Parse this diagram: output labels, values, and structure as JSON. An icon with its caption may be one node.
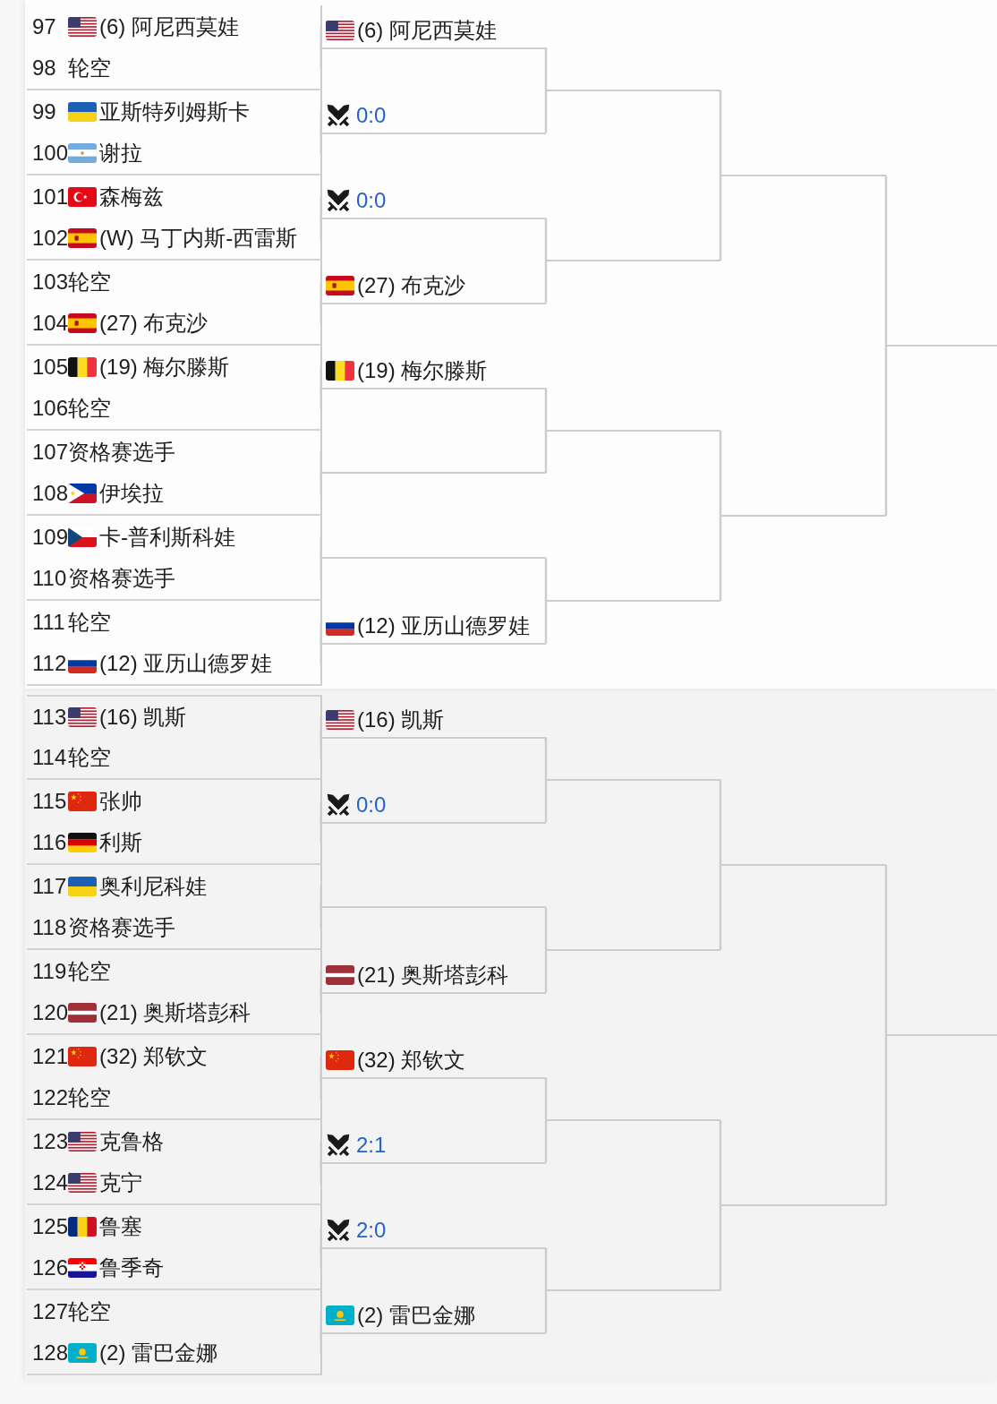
{
  "diagram": {
    "nodes": [
      {
        "text": [
          "97",
          "(6) 阿尼西莫娃"
        ]
      },
      {
        "text": [
          "98",
          "轮空"
        ]
      },
      {
        "text": [
          "99",
          "亚斯特列姆斯卡"
        ]
      },
      {
        "text": [
          "100",
          "谢拉"
        ]
      },
      {
        "text": [
          "101",
          "森梅兹"
        ]
      },
      {
        "text": [
          "102",
          "(W) 马丁内斯-西雷斯"
        ]
      },
      {
        "text": [
          "103",
          "轮空"
        ]
      },
      {
        "text": [
          "104",
          "(27) 布克沙"
        ]
      },
      {
        "text": [
          "105",
          "(19) 梅尔滕斯"
        ]
      },
      {
        "text": [
          "106",
          "轮空"
        ]
      },
      {
        "text": [
          "107",
          "资格赛选手"
        ]
      },
      {
        "text": [
          "108",
          "伊埃拉"
        ]
      },
      {
        "text": [
          "109",
          "卡-普利斯科娃"
        ]
      },
      {
        "text": [
          "110",
          "资格赛选手"
        ]
      },
      {
        "text": [
          "111",
          "轮空"
        ]
      },
      {
        "text": [
          "112",
          "(12) 亚历山德罗娃"
        ]
      },
      {
        "text": [
          "113",
          "(16) 凯斯"
        ]
      },
      {
        "text": [
          "114",
          "轮空"
        ]
      },
      {
        "text": [
          "115",
          "张帅"
        ]
      },
      {
        "text": [
          "116",
          "利斯"
        ]
      },
      {
        "text": [
          "117",
          "奥利尼科娃"
        ]
      },
      {
        "text": [
          "118",
          "资格赛选手"
        ]
      },
      {
        "text": [
          "119",
          "轮空"
        ]
      },
      {
        "text": [
          "120",
          "(21) 奥斯塔彭科"
        ]
      },
      {
        "text": [
          "121",
          "(32) 郑钦文"
        ]
      },
      {
        "text": [
          "122",
          "轮空"
        ]
      },
      {
        "text": [
          "123",
          "克鲁格"
        ]
      },
      {
        "text": [
          "124",
          "克宁"
        ]
      },
      {
        "text": [
          "125",
          "鲁塞"
        ]
      },
      {
        "text": [
          "126",
          "鲁季奇"
        ]
      },
      {
        "text": [
          "127",
          "轮空"
        ]
      },
      {
        "text": [
          "128",
          "(2) 雷巴金娜"
        ]
      },
      {
        "text": [
          "(6) 阿尼西莫娃"
        ]
      },
      {
        "text": [
          "0:0"
        ]
      },
      {
        "text": [
          "0:0"
        ]
      },
      {
        "text": [
          "(27) 布克沙"
        ]
      },
      {
        "text": [
          "(19) 梅尔滕斯"
        ]
      },
      {
        "text": [],
        "shape": "line"
      },
      {
        "text": [],
        "shape": "line"
      },
      {
        "text": [
          "(12) 亚历山德罗娃"
        ]
      },
      {
        "text": [
          "(16) 凯斯"
        ]
      },
      {
        "text": [
          "0:0"
        ]
      },
      {
        "text": [],
        "shape": "line"
      },
      {
        "text": [
          "(21) 奥斯塔彭科"
        ]
      },
      {
        "text": [
          "(32) 郑钦文"
        ]
      },
      {
        "text": [
          "2:1"
        ]
      },
      {
        "text": [
          "2:0"
        ]
      },
      {
        "text": [
          "(2) 雷巴金娜"
        ]
      },
      {
        "text": [],
        "shape": "line"
      },
      {
        "text": [],
        "shape": "line"
      },
      {
        "text": [],
        "shape": "line"
      },
      {
        "text": [],
        "shape": "line"
      },
      {
        "text": [],
        "shape": "line"
      },
      {
        "text": [],
        "shape": "line"
      },
      {
        "text": [],
        "shape": "line"
      },
      {
        "text": [],
        "shape": "line"
      },
      {
        "text": [],
        "shape": "line"
      },
      {
        "text": [],
        "shape": "line"
      },
      {
        "text": [],
        "shape": "line"
      },
      {
        "text": [],
        "shape": "line"
      },
      {
        "text": [],
        "shape": "line"
      },
      {
        "text": [],
        "shape": "line"
      }
    ],
    "edges": [
      {
        "from": 0,
        "to": 32,
        "arrow": "none"
      },
      {
        "from": 1,
        "to": 32,
        "arrow": "none"
      },
      {
        "from": 2,
        "to": 33,
        "arrow": "none"
      },
      {
        "from": 3,
        "to": 33,
        "arrow": "none"
      },
      {
        "from": 4,
        "to": 34,
        "arrow": "none"
      },
      {
        "from": 5,
        "to": 34,
        "arrow": "none"
      },
      {
        "from": 6,
        "to": 35,
        "arrow": "none"
      },
      {
        "from": 7,
        "to": 35,
        "arrow": "none"
      },
      {
        "from": 8,
        "to": 36,
        "arrow": "none"
      },
      {
        "from": 9,
        "to": 36,
        "arrow": "none"
      },
      {
        "from": 10,
        "to": 37,
        "arrow": "none"
      },
      {
        "from": 11,
        "to": 37,
        "arrow": "none"
      },
      {
        "from": 12,
        "to": 38,
        "arrow": "none"
      },
      {
        "from": 13,
        "to": 38,
        "arrow": "none"
      },
      {
        "from": 14,
        "to": 39,
        "arrow": "none"
      },
      {
        "from": 15,
        "to": 39,
        "arrow": "none"
      },
      {
        "from": 16,
        "to": 40,
        "arrow": "none"
      },
      {
        "from": 17,
        "to": 40,
        "arrow": "none"
      },
      {
        "from": 18,
        "to": 41,
        "arrow": "none"
      },
      {
        "from": 19,
        "to": 41,
        "arrow": "none"
      },
      {
        "from": 20,
        "to": 42,
        "arrow": "none"
      },
      {
        "from": 21,
        "to": 42,
        "arrow": "none"
      },
      {
        "from": 22,
        "to": 43,
        "arrow": "none"
      },
      {
        "from": 23,
        "to": 43,
        "arrow": "none"
      },
      {
        "from": 24,
        "to": 44,
        "arrow": "none"
      },
      {
        "from": 25,
        "to": 44,
        "arrow": "none"
      },
      {
        "from": 26,
        "to": 45,
        "arrow": "none"
      },
      {
        "from": 27,
        "to": 45,
        "arrow": "none"
      },
      {
        "from": 28,
        "to": 46,
        "arrow": "none"
      },
      {
        "from": 29,
        "to": 46,
        "arrow": "none"
      },
      {
        "from": 30,
        "to": 47,
        "arrow": "none"
      },
      {
        "from": 31,
        "to": 47,
        "arrow": "none"
      },
      {
        "from": 32,
        "to": 48,
        "arrow": "none"
      },
      {
        "from": 33,
        "to": 48,
        "arrow": "none"
      },
      {
        "from": 34,
        "to": 49,
        "arrow": "none"
      },
      {
        "from": 35,
        "to": 49,
        "arrow": "none"
      },
      {
        "from": 36,
        "to": 50,
        "arrow": "none"
      },
      {
        "from": 37,
        "to": 50,
        "arrow": "none"
      },
      {
        "from": 38,
        "to": 51,
        "arrow": "none"
      },
      {
        "from": 39,
        "to": 51,
        "arrow": "none"
      },
      {
        "from": 40,
        "to": 52,
        "arrow": "none"
      },
      {
        "from": 41,
        "to": 52,
        "arrow": "none"
      },
      {
        "from": 42,
        "to": 53,
        "arrow": "none"
      },
      {
        "from": 43,
        "to": 53,
        "arrow": "none"
      },
      {
        "from": 44,
        "to": 54,
        "arrow": "none"
      },
      {
        "from": 45,
        "to": 54,
        "arrow": "none"
      },
      {
        "from": 46,
        "to": 55,
        "arrow": "none"
      },
      {
        "from": 47,
        "to": 55,
        "arrow": "none"
      },
      {
        "from": 48,
        "to": 56,
        "arrow": "none"
      },
      {
        "from": 49,
        "to": 56,
        "arrow": "none"
      },
      {
        "from": 50,
        "to": 57,
        "arrow": "none"
      },
      {
        "from": 51,
        "to": 57,
        "arrow": "none"
      },
      {
        "from": 52,
        "to": 58,
        "arrow": "none"
      },
      {
        "from": 53,
        "to": 58,
        "arrow": "none"
      },
      {
        "from": 54,
        "to": 59,
        "arrow": "none"
      },
      {
        "from": 55,
        "to": 59,
        "arrow": "none"
      },
      {
        "from": 56,
        "to": 60,
        "arrow": "none"
      },
      {
        "from": 57,
        "to": 60,
        "arrow": "none"
      },
      {
        "from": 58,
        "to": 61,
        "arrow": "none"
      },
      {
        "from": 59,
        "to": 61,
        "arrow": "none"
      }
    ]
  }
}
